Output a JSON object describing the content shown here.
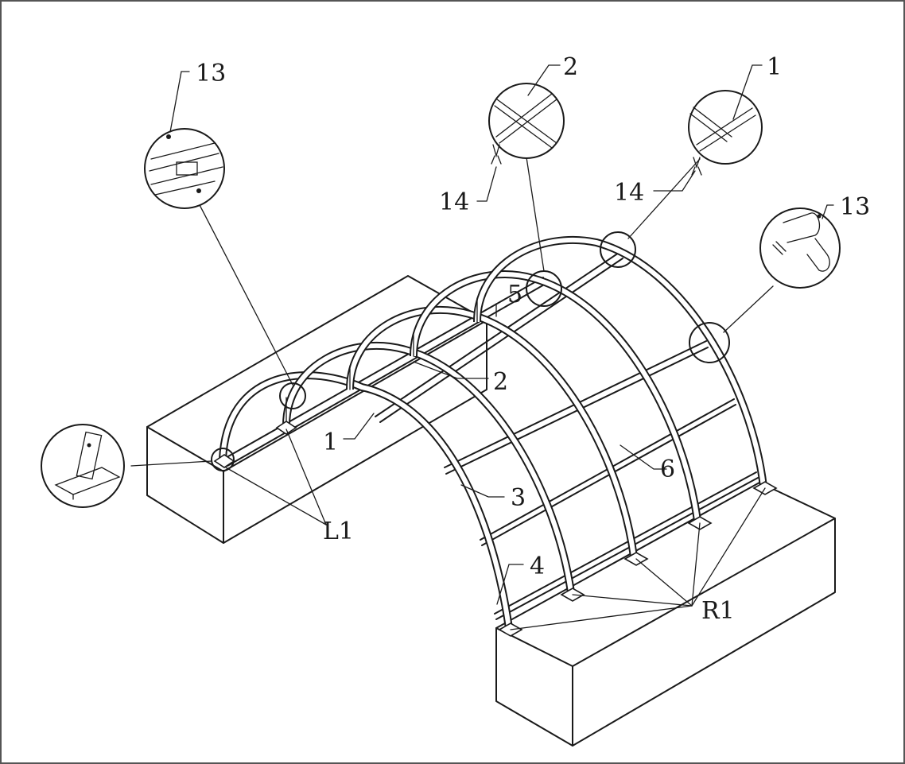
{
  "labels": {
    "l13a": "13",
    "l2top": "2",
    "l1top": "1",
    "l14a": "14",
    "l14b": "14",
    "l13b": "13",
    "l5": "5",
    "l2mid": "2",
    "l1mid": "1",
    "l3": "3",
    "l6": "6",
    "l4": "4",
    "lL1": "L1",
    "lR1": "R1"
  },
  "colors": {
    "line": "#1a1a1a",
    "background": "#ffffff",
    "frame": "#555555"
  }
}
